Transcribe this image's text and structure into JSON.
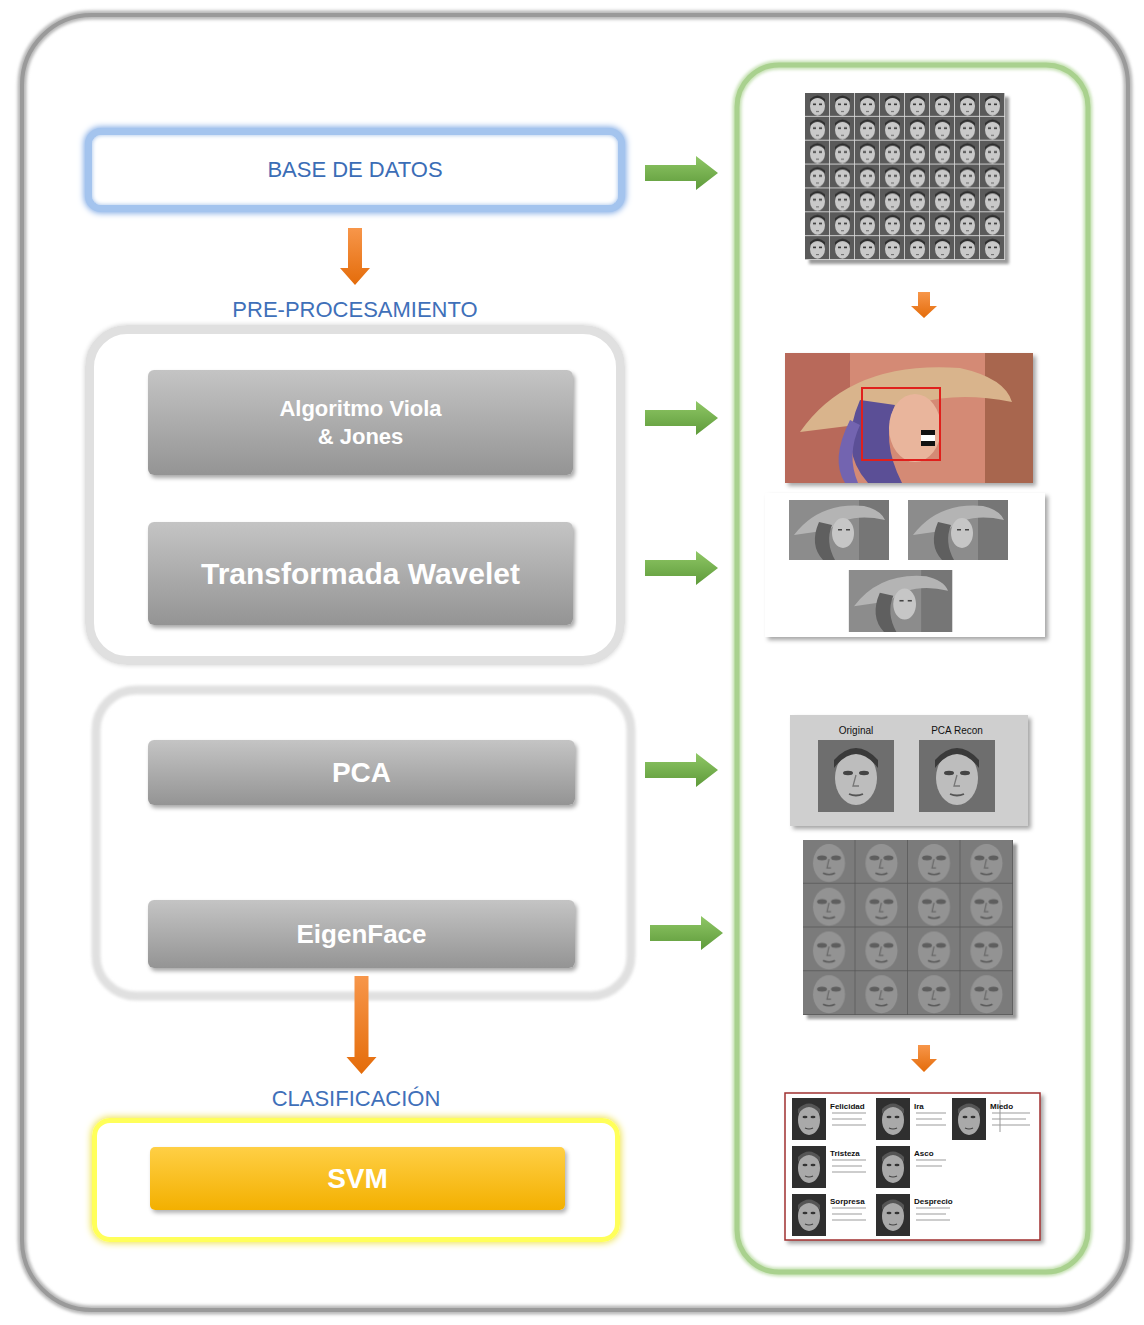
{
  "diagram": {
    "nodes": [
      {
        "text": [
          "BASE DE DATOS"
        ]
      },
      {
        "text": [
          "PRE-PROCESAMIENTO"
        ]
      },
      {
        "text": [
          "Algoritmo Viola & Jones"
        ],
        "in": 1
      },
      {
        "text": [
          "Transformada Wavelet"
        ],
        "in": 1
      },
      {
        "text": [
          "PCA"
        ]
      },
      {
        "text": [
          "EigenFace"
        ]
      },
      {
        "text": [
          "CLASIFICACIÓN"
        ]
      },
      {
        "text": [
          "SVM"
        ],
        "in": 6
      }
    ],
    "edges": [
      {
        "from": 0,
        "to": 1,
        "arrow": "to"
      },
      {
        "from": 5,
        "to": 6,
        "arrow": "to"
      }
    ],
    "labels": [
      "Original",
      "PCA Recon",
      "Felicidad",
      "Ira",
      "Miedo",
      "Tristeza",
      "Asco",
      "Sorpresa",
      "Desprecio"
    ]
  }
}
